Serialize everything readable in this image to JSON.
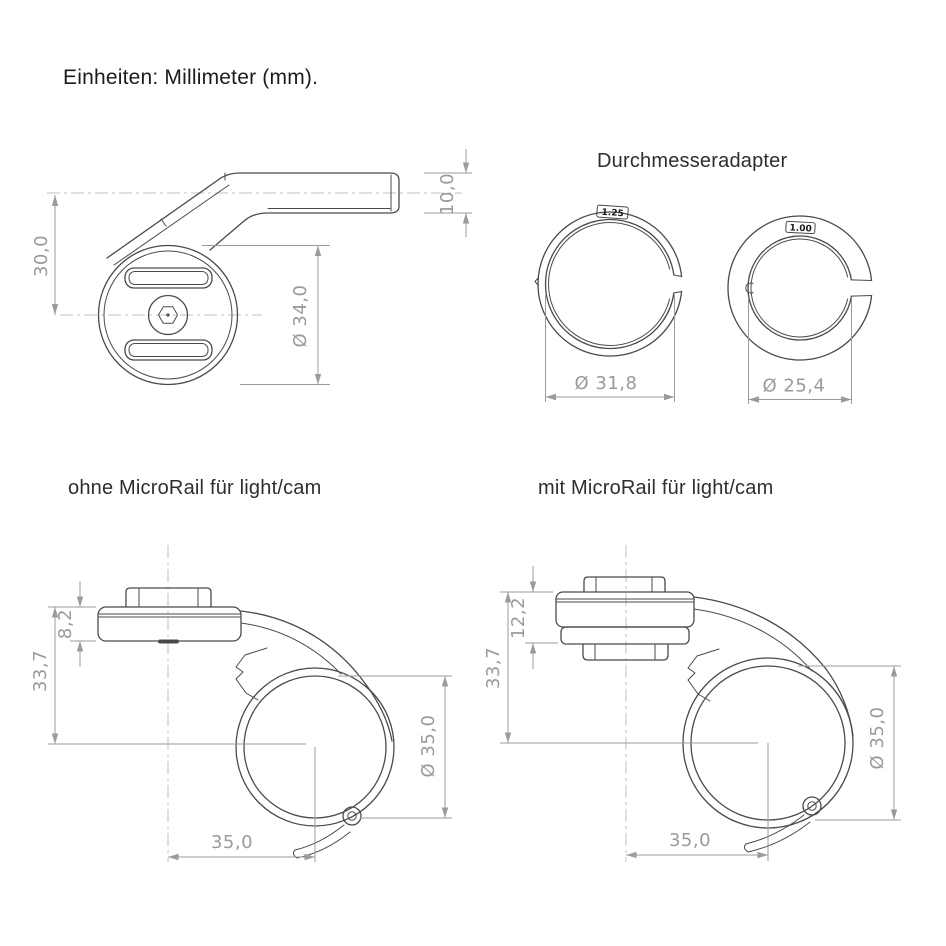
{
  "page": {
    "units_note": "Einheiten: Millimeter (mm)."
  },
  "front_view": {
    "dim_height": "30,0",
    "dim_bar": "10,0",
    "dim_face": "Ø 34,0"
  },
  "adapters": {
    "title": "Durchmesseradapter",
    "ring_large": {
      "marking": "1.25",
      "dim": "Ø 31,8"
    },
    "ring_small": {
      "marking": "1.00",
      "dim": "Ø 25,4"
    }
  },
  "no_rail": {
    "title": "ohne MicroRail für light/cam",
    "dim_head": "8,2",
    "dim_drop": "33,7",
    "dim_clamp": "Ø 35,0",
    "dim_reach": "35,0"
  },
  "with_rail": {
    "title": "mit MicroRail für light/cam",
    "dim_head": "12,2",
    "dim_drop": "33,7",
    "dim_clamp": "Ø 35,0",
    "dim_reach": "35,0"
  },
  "colors": {
    "line": "#4a4a4a",
    "dimension": "#9b9b9b",
    "text": "#1c1c1c"
  }
}
